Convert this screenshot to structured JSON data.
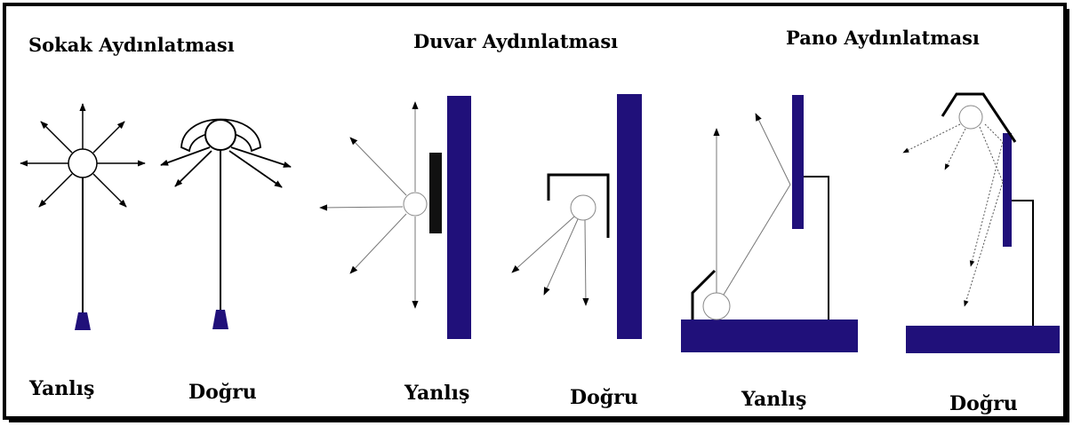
{
  "titles": {
    "street": "Sokak Aydınlatması",
    "wall": "Duvar Aydınlatması",
    "billboard": "Pano Aydınlatması"
  },
  "verdicts": {
    "street_wrong": "Yanlış",
    "street_right": "Doğru",
    "wall_wrong": "Yanlış",
    "wall_right": "Doğru",
    "board_wrong": "Yanlış",
    "board_right": "Doğru"
  },
  "colors": {
    "structure": "#20107a",
    "ink": "#000000",
    "faint": "#777777",
    "frame": "#000000"
  }
}
